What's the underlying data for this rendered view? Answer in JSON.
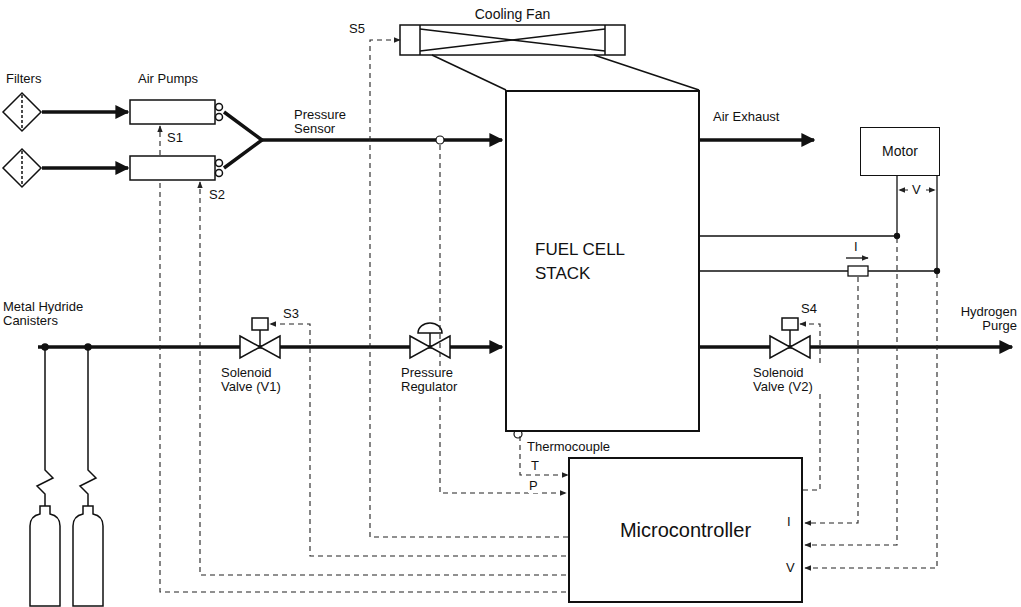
{
  "diagram": {
    "nodes": [
      {
        "text": [
          "Cooling Fan"
        ]
      },
      {
        "text": [
          "FUEL CELL STACK"
        ]
      },
      {
        "text": [
          "Motor"
        ]
      },
      {
        "text": [
          "Microcontroller"
        ]
      }
    ],
    "edges": [
      {
        "from": 3,
        "to": 0,
        "label": "S5",
        "arrow": "to"
      },
      {
        "from": 1,
        "to": 3,
        "label": "T",
        "arrow": "to"
      },
      {
        "from": 1,
        "to": 2,
        "arrow": "none"
      }
    ],
    "labels": [
      "Filters",
      "Air Pumps",
      "S1",
      "S2",
      "Pressure Sensor",
      "Air Exhaust",
      "V",
      "I",
      "Metal Hydride Canisters",
      "S3",
      "Solenoid Valve (V1)",
      "Pressure Regulator",
      "Hydrogen Purge",
      "S4",
      "Solenoid Valve (V2)",
      "Thermocouple",
      "P",
      "I",
      "V"
    ]
  }
}
